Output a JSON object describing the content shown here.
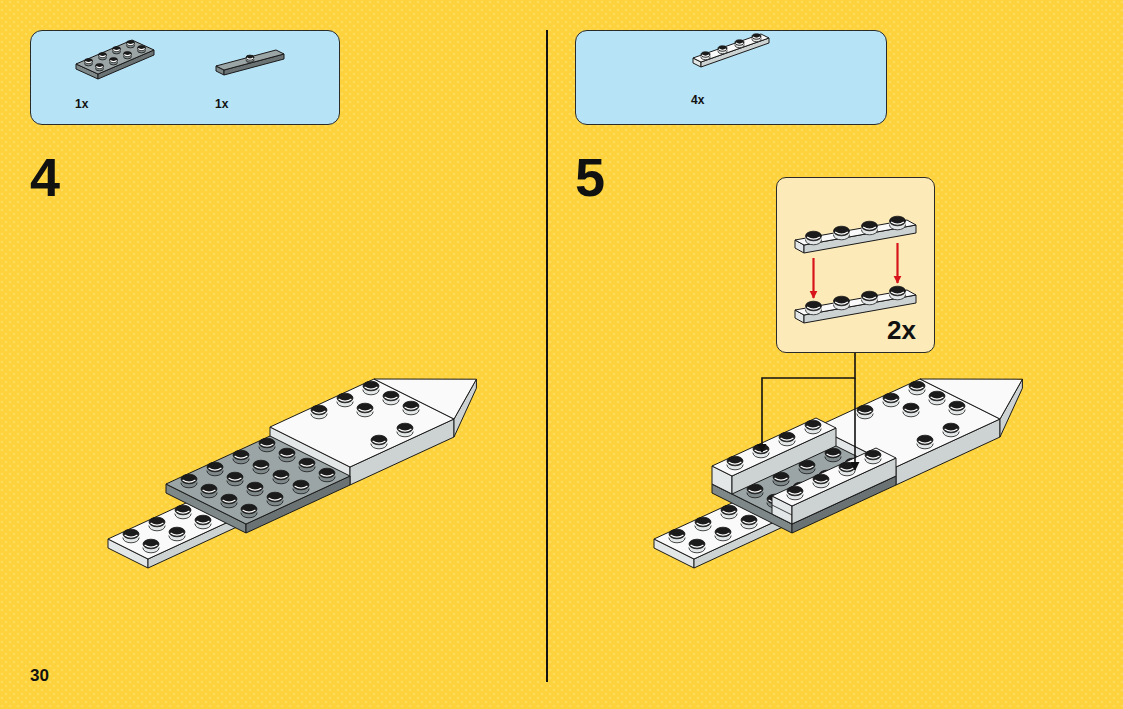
{
  "diagram": {
    "nodes": [
      {
        "text": [
          "1x",
          "1x"
        ]
      },
      {
        "text": [
          "4x"
        ]
      },
      {
        "text": [
          "2x"
        ]
      }
    ],
    "labels": [
      "4",
      "5",
      "30"
    ]
  }
}
